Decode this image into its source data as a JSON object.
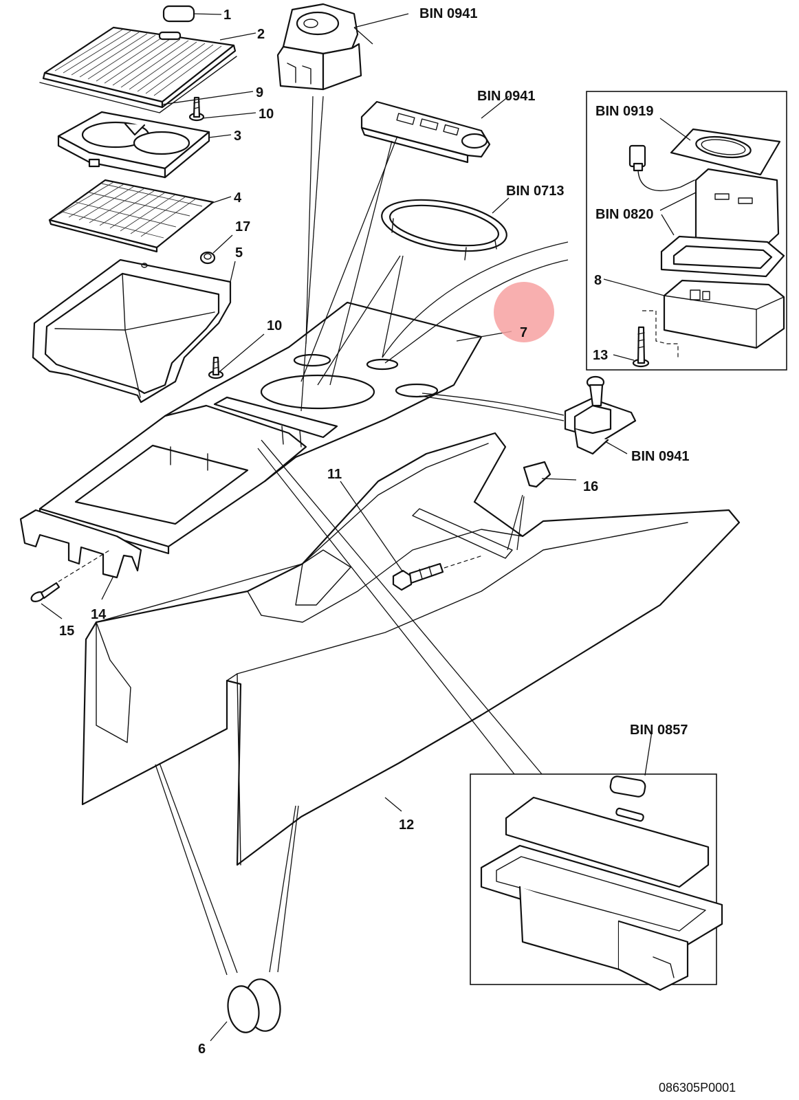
{
  "callouts": {
    "c1": "1",
    "c2": "2",
    "c3": "3",
    "c4": "4",
    "c5": "5",
    "c6": "6",
    "c7": "7",
    "c8": "8",
    "c9": "9",
    "c10a": "10",
    "c10b": "10",
    "c11": "11",
    "c12": "12",
    "c13": "13",
    "c14": "14",
    "c15": "15",
    "c16": "16",
    "c17": "17"
  },
  "bins": {
    "b0941_top": "BIN 0941",
    "b0941_mid": "BIN 0941",
    "b0713": "BIN 0713",
    "b0919": "BIN 0919",
    "b0820": "BIN 0820",
    "b0941_right": "BIN 0941",
    "b0857": "BIN 0857"
  },
  "drawing_ref": "086305P0001",
  "highlight": {
    "target": "7",
    "color": "#f7a1a1"
  }
}
